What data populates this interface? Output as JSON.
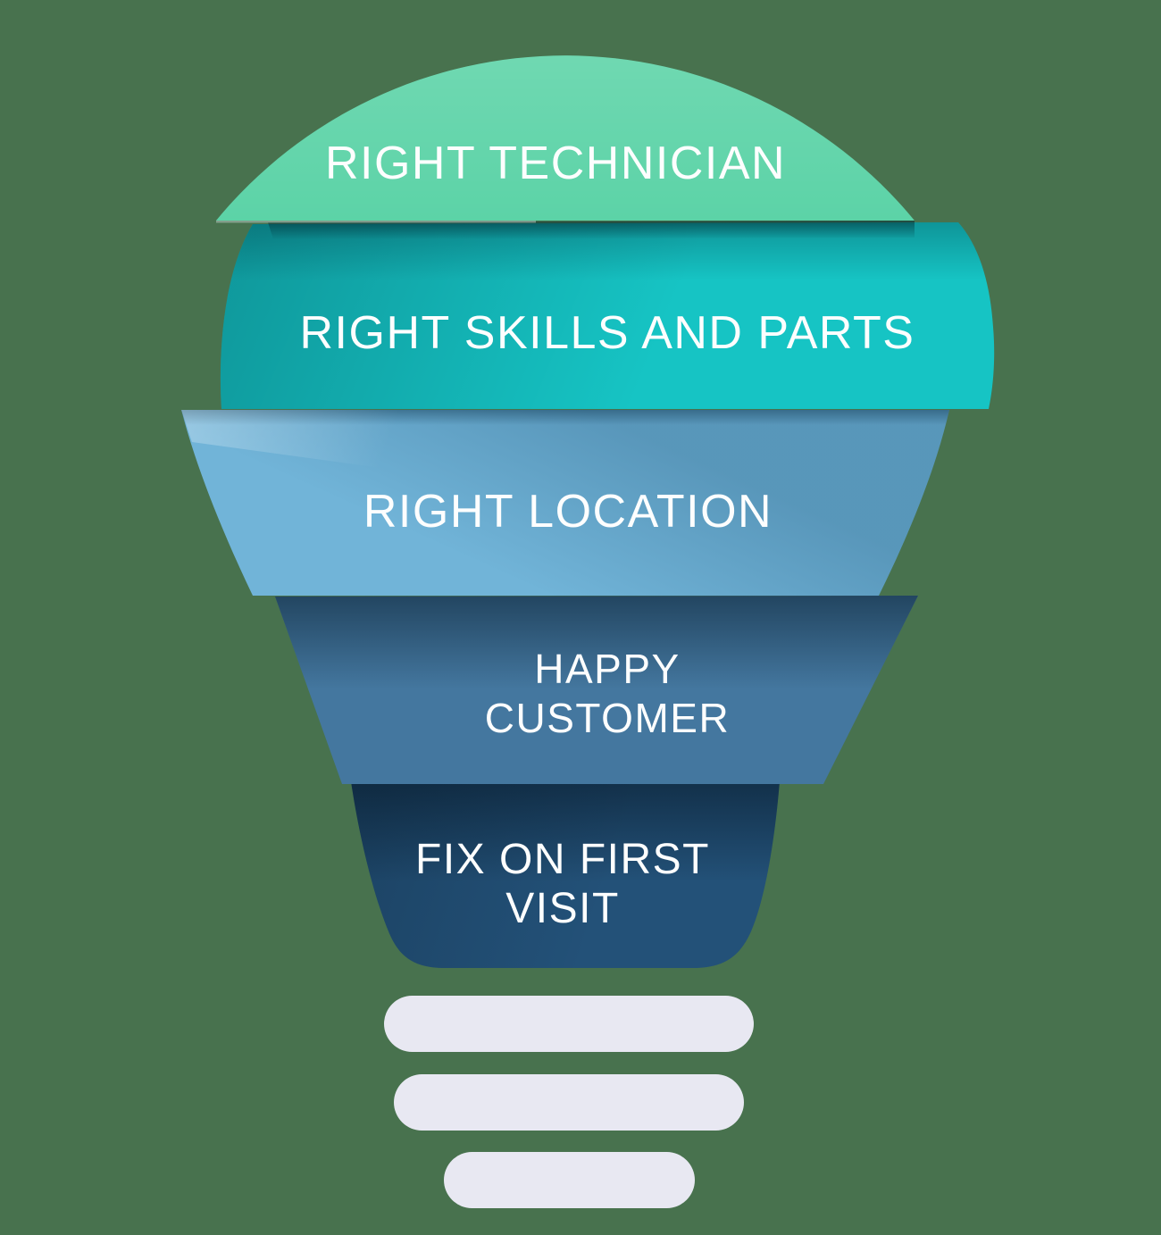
{
  "background_color": "#48724e",
  "figure": {
    "name": "lightbulb funnel diagram",
    "text_color": "#fdfefe",
    "segments": [
      {
        "name": "right-technician",
        "label": "RIGHT TECHNICIAN",
        "lines": [
          "RIGHT TECHNICIAN"
        ],
        "color": "#5cd3a7"
      },
      {
        "name": "right-skills-and-parts",
        "label": "RIGHT SKILLS AND PARTS",
        "lines": [
          "RIGHT SKILLS AND PARTS"
        ],
        "color": "#16c4c4"
      },
      {
        "name": "right-location",
        "label": "RIGHT LOCATION",
        "lines": [
          "RIGHT LOCATION"
        ],
        "color": "#71b4d8"
      },
      {
        "name": "happy-customer",
        "label": "HAPPY CUSTOMER",
        "lines": [
          "HAPPY",
          "CUSTOMER"
        ],
        "color": "#44779f"
      },
      {
        "name": "fix-on-first-visit",
        "label": "FIX ON FIRST VISIT",
        "lines": [
          "FIX ON FIRST",
          "VISIT"
        ],
        "color": "#235178"
      }
    ],
    "base": {
      "name": "bulb-base",
      "bar_color": "#e8e8f2",
      "bar_count": 3
    }
  }
}
